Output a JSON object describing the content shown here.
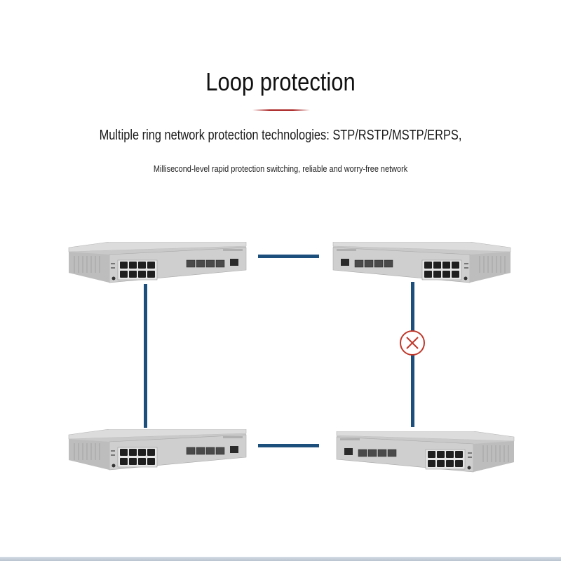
{
  "heading": {
    "title": "Loop protection",
    "subtitle": "Multiple ring network protection technologies: STP/RSTP/MSTP/ERPS,",
    "caption": "Millisecond-level rapid protection switching, reliable and worry-free network"
  },
  "diagram": {
    "nodes": [
      {
        "id": "switch-top-left",
        "icon": "network-switch-icon",
        "rj45_ports": 8,
        "sfp_ports": 4
      },
      {
        "id": "switch-top-right",
        "icon": "network-switch-icon",
        "rj45_ports": 8,
        "sfp_ports": 4
      },
      {
        "id": "switch-bottom-left",
        "icon": "network-switch-icon",
        "rj45_ports": 8,
        "sfp_ports": 4
      },
      {
        "id": "switch-bottom-right",
        "icon": "network-switch-icon",
        "rj45_ports": 8,
        "sfp_ports": 4
      }
    ],
    "links": [
      {
        "from": "switch-top-left",
        "to": "switch-top-right",
        "state": "active"
      },
      {
        "from": "switch-top-left",
        "to": "switch-bottom-left",
        "state": "active"
      },
      {
        "from": "switch-bottom-left",
        "to": "switch-bottom-right",
        "state": "active"
      },
      {
        "from": "switch-top-right",
        "to": "switch-bottom-right",
        "state": "blocked",
        "icon": "blocked-x-icon"
      }
    ],
    "colors": {
      "link": "#1d4f7c",
      "blocked_marker": "#c0392b",
      "accent_rule": "#a82020"
    }
  }
}
